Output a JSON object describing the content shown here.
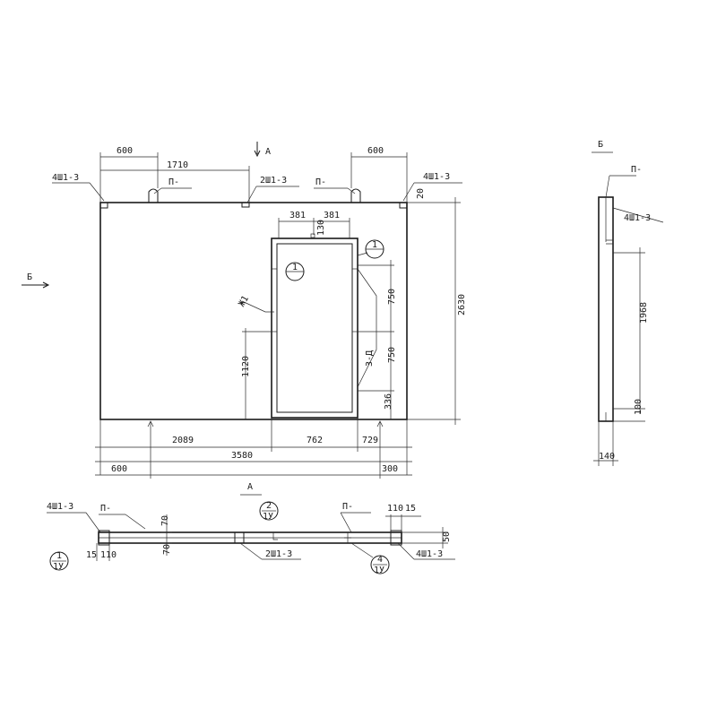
{
  "front_view": {
    "section_marker": "А",
    "side_marker": "Б",
    "dims_top": {
      "left_600": "600",
      "mid_1710": "1710",
      "right_600": "600"
    },
    "callouts": {
      "left_anchor": "4Ш1-3",
      "loop_left": "П-",
      "mid_anchor": "2Ш1-3",
      "loop_right": "П-",
      "right_anchor": "4Ш1-3"
    },
    "dims_opening": {
      "left_381": "381",
      "right_381": "381",
      "top_130": "130",
      "small_20": "20"
    },
    "nodes": {
      "node_1_right": "1",
      "node_1_left": "1"
    },
    "dims_right": {
      "d_750_top": "750",
      "d_750_bot": "750",
      "d_336": "336",
      "height_2630": "2630",
      "label_3d": "3-Д"
    },
    "dim_1120": "1120",
    "lintel_mark": "Ж1",
    "dims_bottom": {
      "d_2089": "2089",
      "d_762": "762",
      "d_729": "729",
      "total_3580": "3580",
      "left_600": "600",
      "right_300": "300"
    }
  },
  "side_view": {
    "title": "Б",
    "loop": "П-",
    "anchor": "4Ш1-3",
    "dim_1968": "1968",
    "dim_100": "100",
    "dim_140": "140"
  },
  "plan_view": {
    "title": "А",
    "left_anchor": "4Ш1-3",
    "loop_left": "П-",
    "dim_70_top": "70",
    "dim_70_bot": "70",
    "dim_15": "15",
    "dim_110": "110",
    "node_2_num": "2",
    "node_2_sheet": "1У",
    "node_1_num": "1",
    "node_1_sheet": "1У",
    "mid_anchor": "2Ш1-3",
    "loop_right": "П-",
    "dim_110_r": "110",
    "dim_15_r": "15",
    "dim_50": "50",
    "node_4_num": "4",
    "node_4_sheet": "1У",
    "right_anchor": "4Ш1-3"
  }
}
